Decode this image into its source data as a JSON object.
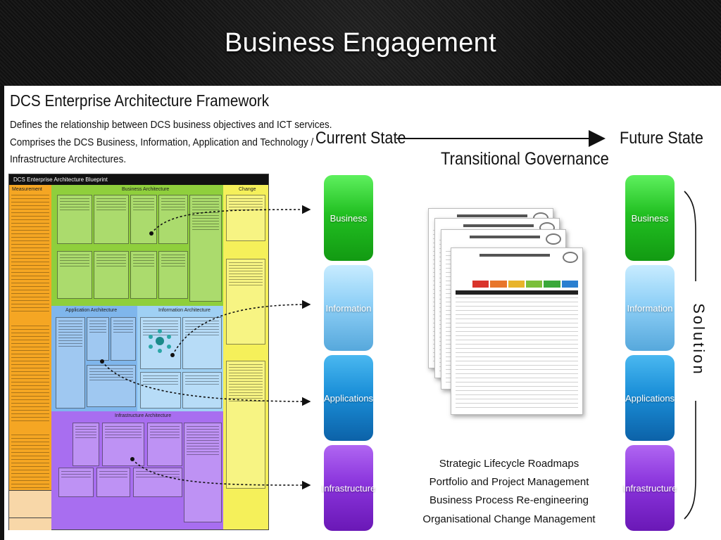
{
  "slide": {
    "title": "Business Engagement"
  },
  "framework": {
    "heading": "DCS Enterprise Architecture Framework",
    "description": [
      "Defines the relationship between DCS business objectives and ICT services.",
      "Comprises the DCS Business, Information, Application and Technology /",
      "Infrastructure Architectures."
    ]
  },
  "blueprint": {
    "title": "DCS Enterprise Architecture Blueprint",
    "sections": {
      "measurement": "Measurement",
      "business": "Business Architecture",
      "change": "Change",
      "application": "Application Architecture",
      "information": "Information Architecture",
      "infrastructure": "Infrastructure Architecture"
    },
    "colors": {
      "measurement": "#f5a623",
      "business": "#8fcf3c",
      "change": "#f5f05a",
      "application": "#7fb6ec",
      "information": "#9fd0f4",
      "infrastructure": "#a86ef0"
    }
  },
  "states": {
    "current": "Current State",
    "future": "Future State",
    "transitional": "Transitional Governance"
  },
  "layers": [
    {
      "label": "Business",
      "color": "green"
    },
    {
      "label": "Information",
      "color": "light-blue"
    },
    {
      "label": "Applications",
      "color": "blue"
    },
    {
      "label": "Infrastructure",
      "color": "purple"
    }
  ],
  "governance_items": [
    "Strategic Lifecycle Roadmaps",
    "Portfolio and Project Management",
    "Business Process Re-engineering",
    "Organisational Change Management"
  ],
  "solution_label": "Solution"
}
